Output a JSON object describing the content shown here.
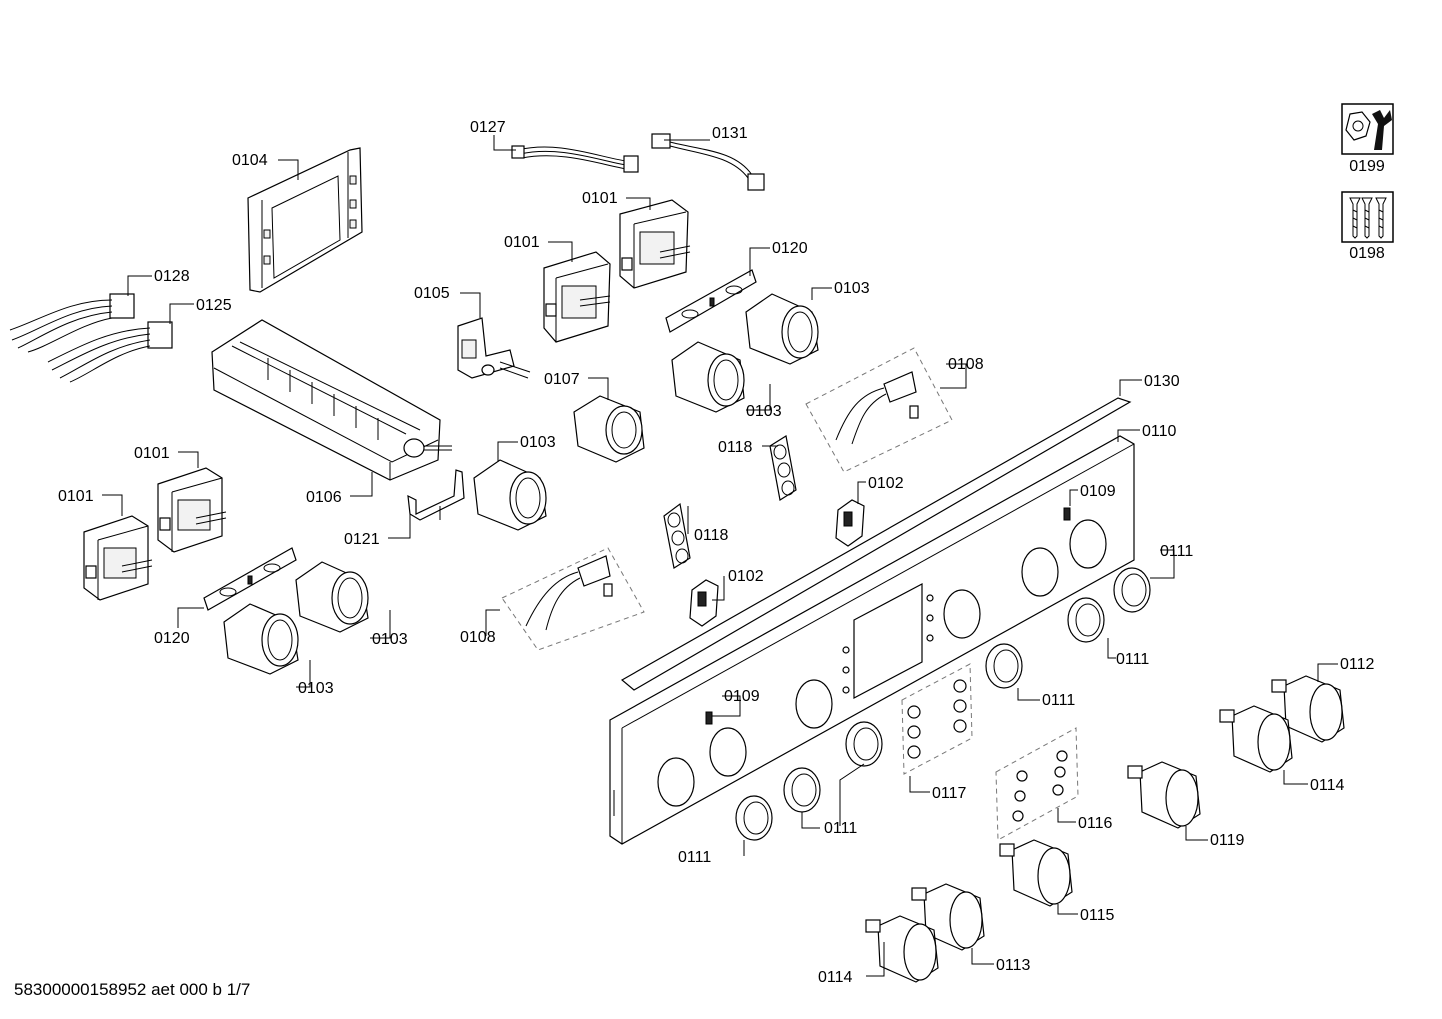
{
  "footer": {
    "doc_id": "58300000158952 aet 000 b 1/7"
  },
  "icons": [
    {
      "name": "wrench-nut-icon",
      "label": "0199"
    },
    {
      "name": "screws-icon",
      "label": "0198"
    }
  ],
  "callouts": [
    {
      "label": "0127"
    },
    {
      "label": "0131"
    },
    {
      "label": "0104"
    },
    {
      "label": "0101"
    },
    {
      "label": "0101"
    },
    {
      "label": "0120"
    },
    {
      "label": "0128"
    },
    {
      "label": "0125"
    },
    {
      "label": "0105"
    },
    {
      "label": "0103"
    },
    {
      "label": "0107"
    },
    {
      "label": "0103"
    },
    {
      "label": "0108"
    },
    {
      "label": "0130"
    },
    {
      "label": "0101"
    },
    {
      "label": "0103"
    },
    {
      "label": "0118"
    },
    {
      "label": "0110"
    },
    {
      "label": "0101"
    },
    {
      "label": "0106"
    },
    {
      "label": "0102"
    },
    {
      "label": "0109"
    },
    {
      "label": "0121"
    },
    {
      "label": "0118"
    },
    {
      "label": "0111"
    },
    {
      "label": "0102"
    },
    {
      "label": "0120"
    },
    {
      "label": "0103"
    },
    {
      "label": "0108"
    },
    {
      "label": "0111"
    },
    {
      "label": "0103"
    },
    {
      "label": "0112"
    },
    {
      "label": "0109"
    },
    {
      "label": "0111"
    },
    {
      "label": "0117"
    },
    {
      "label": "0114"
    },
    {
      "label": "0111"
    },
    {
      "label": "0116"
    },
    {
      "label": "0119"
    },
    {
      "label": "0111"
    },
    {
      "label": "0115"
    },
    {
      "label": "0113"
    },
    {
      "label": "0114"
    }
  ]
}
